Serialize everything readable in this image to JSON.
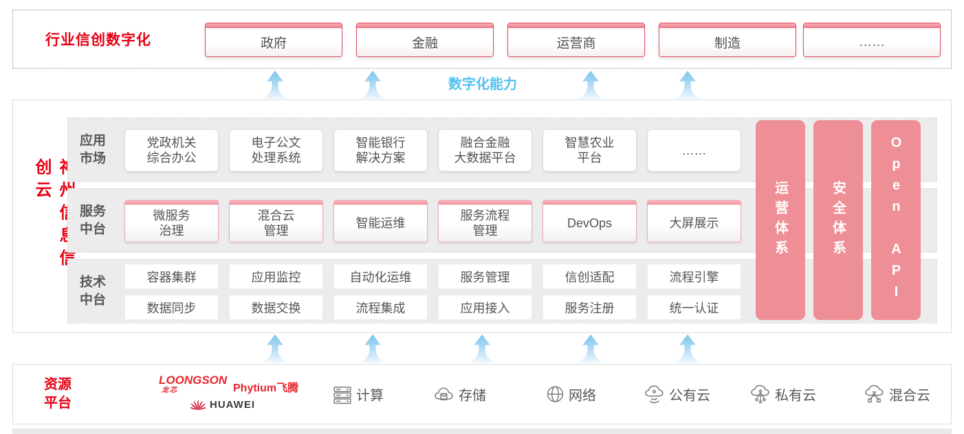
{
  "colors": {
    "accent_red": "#e60012",
    "pillar_pink": "#ee8e96",
    "capability_blue": "#4fc1f0"
  },
  "top": {
    "label": "行业信创数字化",
    "industries": [
      "政府",
      "金融",
      "运营商",
      "制造",
      "……"
    ]
  },
  "capability": {
    "label": "数字化能力"
  },
  "platform": {
    "title": "神州信息信创云",
    "app_market": {
      "label": "应用市场",
      "items": [
        [
          "党政机关",
          "综合办公"
        ],
        [
          "电子公文",
          "处理系统"
        ],
        [
          "智能银行",
          "解决方案"
        ],
        [
          "融合金融",
          "大数据平台"
        ],
        [
          "智慧农业",
          "平台"
        ],
        [
          "……"
        ]
      ]
    },
    "service": {
      "label": "服务中台",
      "items": [
        [
          "微服务",
          "治理"
        ],
        [
          "混合云",
          "管理"
        ],
        [
          "智能运维"
        ],
        [
          "服务流程",
          "管理"
        ],
        [
          "DevOps"
        ],
        [
          "大屏展示"
        ]
      ]
    },
    "tech": {
      "label": "技术中台",
      "row1": [
        "容器集群",
        "应用监控",
        "自动化运维",
        "服务管理",
        "信创适配",
        "流程引擎"
      ],
      "row2": [
        "数据同步",
        "数据交换",
        "流程集成",
        "应用接入",
        "服务注册",
        "统一认证"
      ]
    },
    "pillars": [
      "运营体系",
      "安全体系",
      "Open API"
    ]
  },
  "resources": {
    "label": "资源平台",
    "vendors": {
      "loongson": "LOONGSON",
      "loongson_sub": "龙芯",
      "phytium": "Phytium飞腾",
      "huawei": "HUAWEI"
    },
    "items": [
      {
        "icon": "server-icon",
        "label": "计算"
      },
      {
        "icon": "storage-cloud-icon",
        "label": "存储"
      },
      {
        "icon": "network-globe-icon",
        "label": "网络"
      },
      {
        "icon": "public-cloud-icon",
        "label": "公有云"
      },
      {
        "icon": "private-cloud-icon",
        "label": "私有云"
      },
      {
        "icon": "hybrid-cloud-icon",
        "label": "混合云"
      }
    ]
  }
}
